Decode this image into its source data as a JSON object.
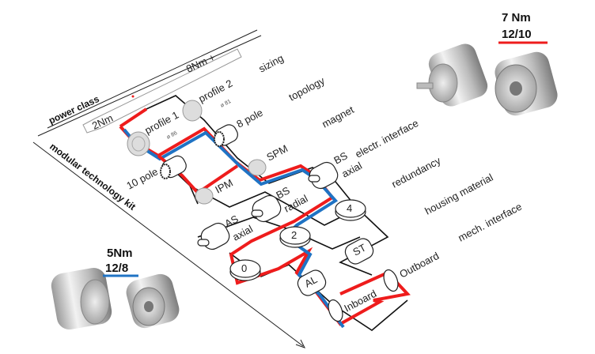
{
  "axes": {
    "power_class": "power class",
    "modular_kit": "modular technology kit",
    "low_power": "2Nm",
    "high_power": "8Nm +"
  },
  "categories": [
    "sizing",
    "topology",
    "magnet",
    "electr. interface",
    "redundancy",
    "housing material",
    "mech. interface"
  ],
  "nodes": {
    "profile1": "profile 1",
    "profile1_dim": "ø 86",
    "profile2": "profile 2",
    "profile2_dim": "ø 81",
    "pole8": "8 pole",
    "pole10": "10 pole",
    "spm": "SPM",
    "ipm": "IPM",
    "bs": "BS",
    "axial": "axial",
    "radial": "radial",
    "as": "AS",
    "n4": "4",
    "n2": "2",
    "n0": "0",
    "st": "ST",
    "al": "AL",
    "inboard": "Inboard",
    "outboard": "Outboard"
  },
  "variants": {
    "large": {
      "torque": "7 Nm",
      "config": "12/10",
      "color": "#ee1c1c"
    },
    "small": {
      "torque": "5Nm",
      "config": "12/8",
      "color": "#1f73c4"
    }
  }
}
